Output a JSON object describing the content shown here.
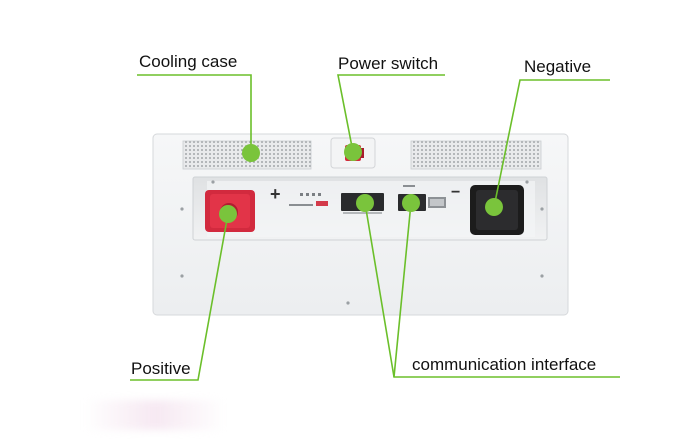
{
  "labels": {
    "cooling_case": "Cooling case",
    "power_switch": "Power switch",
    "negative": "Negative",
    "positive": "Positive",
    "communication_interface": "communication interface"
  },
  "panel_marks": {
    "plus": "+",
    "minus": "−"
  },
  "colors": {
    "leader_line": "#6bbf2a",
    "dot": "#7ac43c",
    "positive_terminal": "#d8283e",
    "negative_terminal": "#1c1c1c",
    "case": "#eff0f1"
  }
}
